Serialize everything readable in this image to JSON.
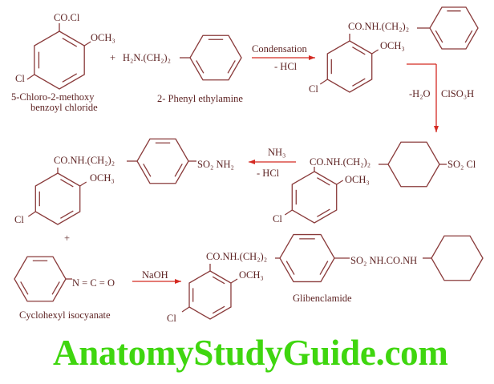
{
  "colors": {
    "bond": "#8a3b3b",
    "text": "#5e2424",
    "arrow": "#d42a22",
    "watermark": "#3fd60f"
  },
  "step1": {
    "reactant1": {
      "acyl": "CO.Cl",
      "methoxy": "OCH₃",
      "chloro": "Cl",
      "name_line1": "5-Chloro-2-methoxy",
      "name_line2": "benzoyl chloride"
    },
    "plus": "+",
    "reactant2": {
      "amine": "H₂N.(CH₂)₂",
      "name": "2- Phenyl ethylamine"
    },
    "arrow": {
      "above": "Condensation",
      "below": "- HCl"
    },
    "product": {
      "amide": "CO.NH.(CH₂)₂",
      "methoxy": "OCH₃",
      "chloro": "Cl"
    }
  },
  "step2": {
    "arrow": {
      "left": "-H₂O",
      "right": "ClSO₃H"
    },
    "product": {
      "amide": "CO.NH.(CH₂)₂",
      "methoxy": "OCH₃",
      "chloro": "Cl",
      "sulfonyl": "SO₂ Cl"
    }
  },
  "step3": {
    "arrow": {
      "above": "NH₃",
      "below": "- HCl"
    },
    "product": {
      "amide": "CO.NH.(CH₂)₂",
      "methoxy": "OCH₃",
      "chloro": "Cl",
      "sulfonamide": "SO₂ NH₂"
    }
  },
  "step4": {
    "plus": "+",
    "reagent": {
      "isocyanate": "N = C = O",
      "name": "Cyclohexyl isocyanate"
    },
    "arrow": {
      "above": "NaOH"
    },
    "product": {
      "amide": "CO.NH.(CH₂)₂",
      "methoxy": "OCH₃",
      "chloro": "Cl",
      "sulfonylurea": "SO₂ NH.CO.NH",
      "name": "Glibenclamide"
    }
  },
  "watermark": "AnatomyStudyGuide.com"
}
